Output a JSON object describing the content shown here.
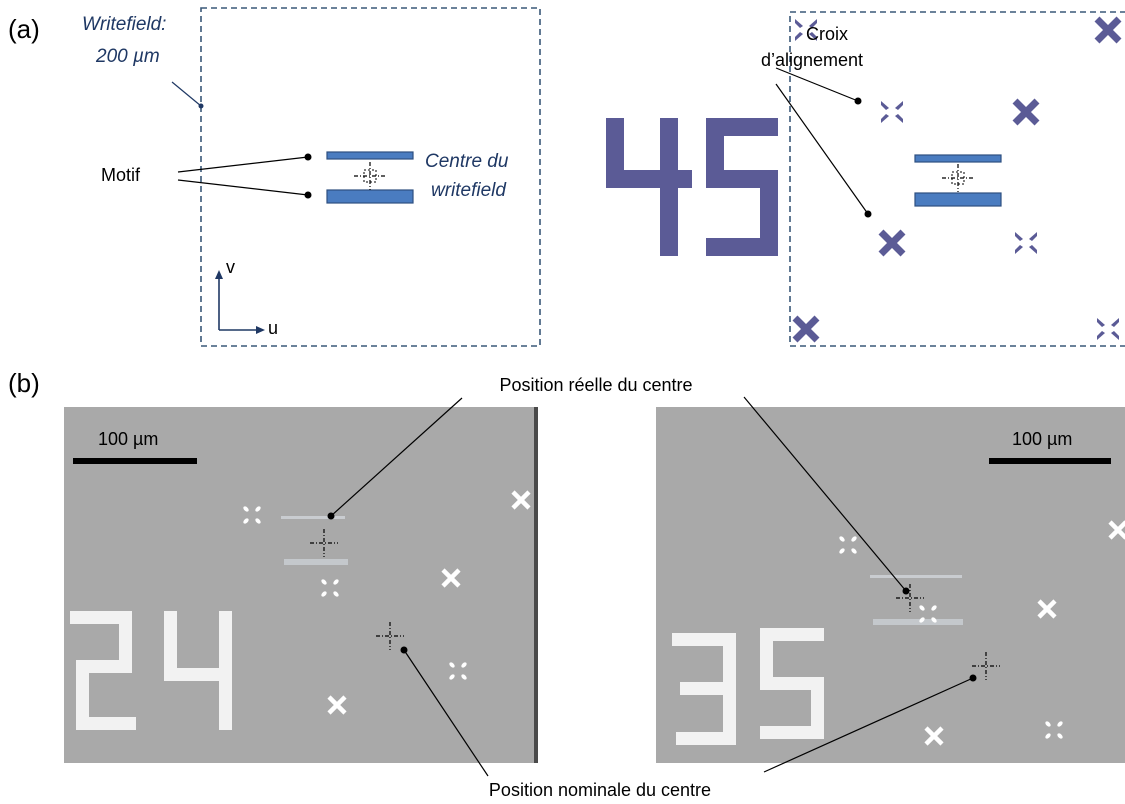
{
  "panel_a": {
    "label": "(a)",
    "writefield_label_line1": "Writefield:",
    "writefield_label_line2": "200 µm",
    "motif_label": "Motif",
    "center_label_line1": "Centre du",
    "center_label_line2": "writefield",
    "axis_v": "v",
    "axis_u": "u",
    "croix_label_line1": "Croix",
    "croix_label_line2": "d’alignement",
    "number": "45"
  },
  "panel_b": {
    "label": "(b)",
    "real_center_label": "Position réelle du centre",
    "nominal_center_label": "Position nominale du centre",
    "scale_left": "100 µm",
    "scale_right": "100 µm",
    "number_left": "24",
    "number_right": "35"
  },
  "colors": {
    "navy": "#1f3864",
    "dashed_border": "#3a5878",
    "motif_fill": "#4a7cc0",
    "motif_stroke": "#2e4f80",
    "mark_purple": "#5b5b96",
    "micrograph_bg": "#a9a9a9"
  }
}
